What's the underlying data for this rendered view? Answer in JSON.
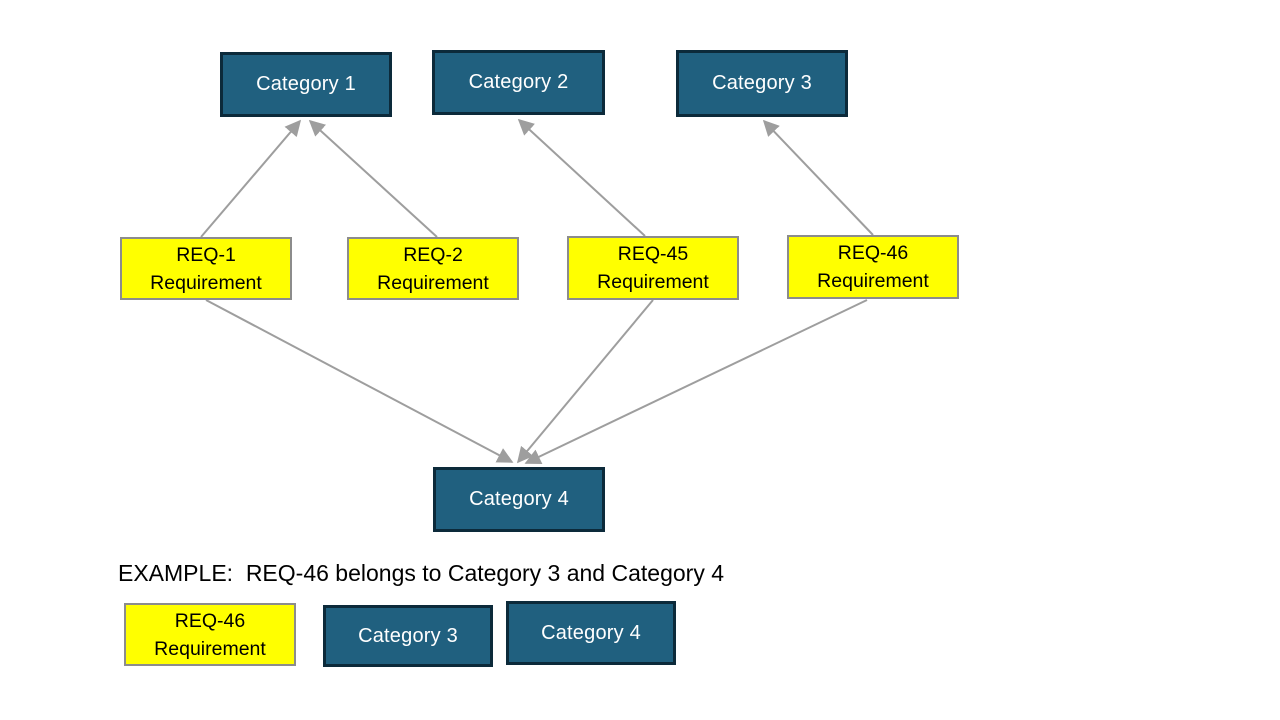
{
  "diagram": {
    "nodes": [
      {
        "id": "cat1",
        "type": "category",
        "label": "Category 1"
      },
      {
        "id": "cat2",
        "type": "category",
        "label": "Category 2"
      },
      {
        "id": "cat3",
        "type": "category",
        "label": "Category 3"
      },
      {
        "id": "req1",
        "type": "requirement",
        "label": "REQ-1\nRequirement"
      },
      {
        "id": "req2",
        "type": "requirement",
        "label": "REQ-2\nRequirement"
      },
      {
        "id": "req45",
        "type": "requirement",
        "label": "REQ-45\nRequirement"
      },
      {
        "id": "req46",
        "type": "requirement",
        "label": "REQ-46\nRequirement"
      },
      {
        "id": "cat4",
        "type": "category",
        "label": "Category 4"
      }
    ],
    "edges": [
      {
        "from": "req1",
        "to": "cat1"
      },
      {
        "from": "req2",
        "to": "cat1"
      },
      {
        "from": "req45",
        "to": "cat2"
      },
      {
        "from": "req46",
        "to": "cat3"
      },
      {
        "from": "req1",
        "to": "cat4"
      },
      {
        "from": "req45",
        "to": "cat4"
      },
      {
        "from": "req46",
        "to": "cat4"
      }
    ],
    "colors": {
      "category_fill": "#20607f",
      "category_border": "#0c2a3a",
      "requirement_fill": "#ffff00",
      "requirement_border": "#8c8c8c",
      "arrow": "#9e9e9e",
      "category_text": "#ffffff",
      "requirement_text": "#000000"
    }
  },
  "example": {
    "caption": "EXAMPLE:  REQ-46 belongs to Category 3 and Category 4",
    "nodes": [
      {
        "id": "ex-req46",
        "type": "requirement",
        "label": "REQ-46\nRequirement"
      },
      {
        "id": "ex-cat3",
        "type": "category",
        "label": "Category 3"
      },
      {
        "id": "ex-cat4",
        "type": "category",
        "label": "Category 4"
      }
    ]
  }
}
